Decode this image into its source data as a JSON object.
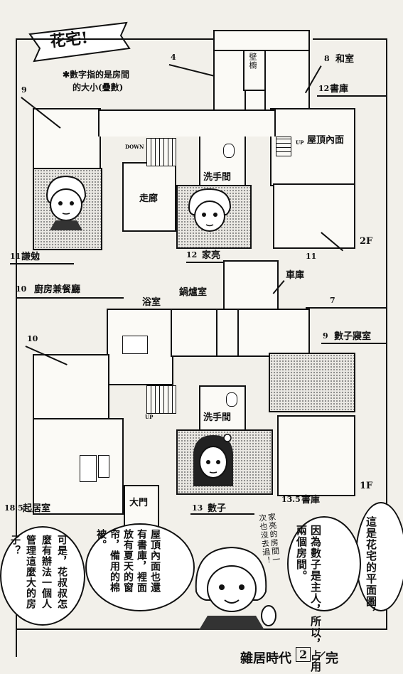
{
  "title": {
    "text": "花宅!"
  },
  "note": {
    "line1": "✱數字指的是房間",
    "line2": "的大小(疊數)"
  },
  "floor2": {
    "floor_label": "2F",
    "rooms": {
      "r4": "4",
      "closet": "壁櫥",
      "r8": "8",
      "washitsu": "和室",
      "r12_study": "12",
      "study": "書庫",
      "r9": "9",
      "attic": "屋頂內面",
      "up": "UP",
      "down": "DOWN",
      "washroom": "洗手間",
      "corridor": "走廊",
      "r11_ju": "11",
      "ju": "謙勉",
      "r12_ie": "12",
      "ie": "家亮",
      "r11": "11"
    }
  },
  "floor1": {
    "floor_label": "1F",
    "rooms": {
      "garage": "車庫",
      "r10_kitchen": "10",
      "kitchen": "廚房兼餐廳",
      "boiler": "鍋爐室",
      "bath": "浴室",
      "r7": "7",
      "r10": "10",
      "r9_kazuko": "9",
      "kazuko_bed": "數子寢室",
      "up": "UP",
      "washroom": "洗手間",
      "gate": "大門",
      "r18": "18.5",
      "living": "起居室",
      "r13": "13",
      "kazuko": "數子",
      "r13_5": "13.5",
      "study": "書庫"
    }
  },
  "bubbles": {
    "b1": [
      "這是花宅的",
      "平面圖，"
    ],
    "b2": [
      "因為數子是主",
      "人，所以，占",
      "用兩個房間。"
    ],
    "b3": [
      "家亮的房間",
      "一次也沒",
      "去過！"
    ],
    "b4": [
      "屋頂內面也",
      "還有書庫，",
      "裡面放有夏天",
      "的窗帘，備用",
      "的棉被。"
    ],
    "b5": [
      "可是，花叔叔",
      "怎麼有辦法",
      "一個人管理這",
      "麼大的房子？"
    ]
  },
  "footer": {
    "series": "雜居時代",
    "volume": "2",
    "end": "／完"
  }
}
